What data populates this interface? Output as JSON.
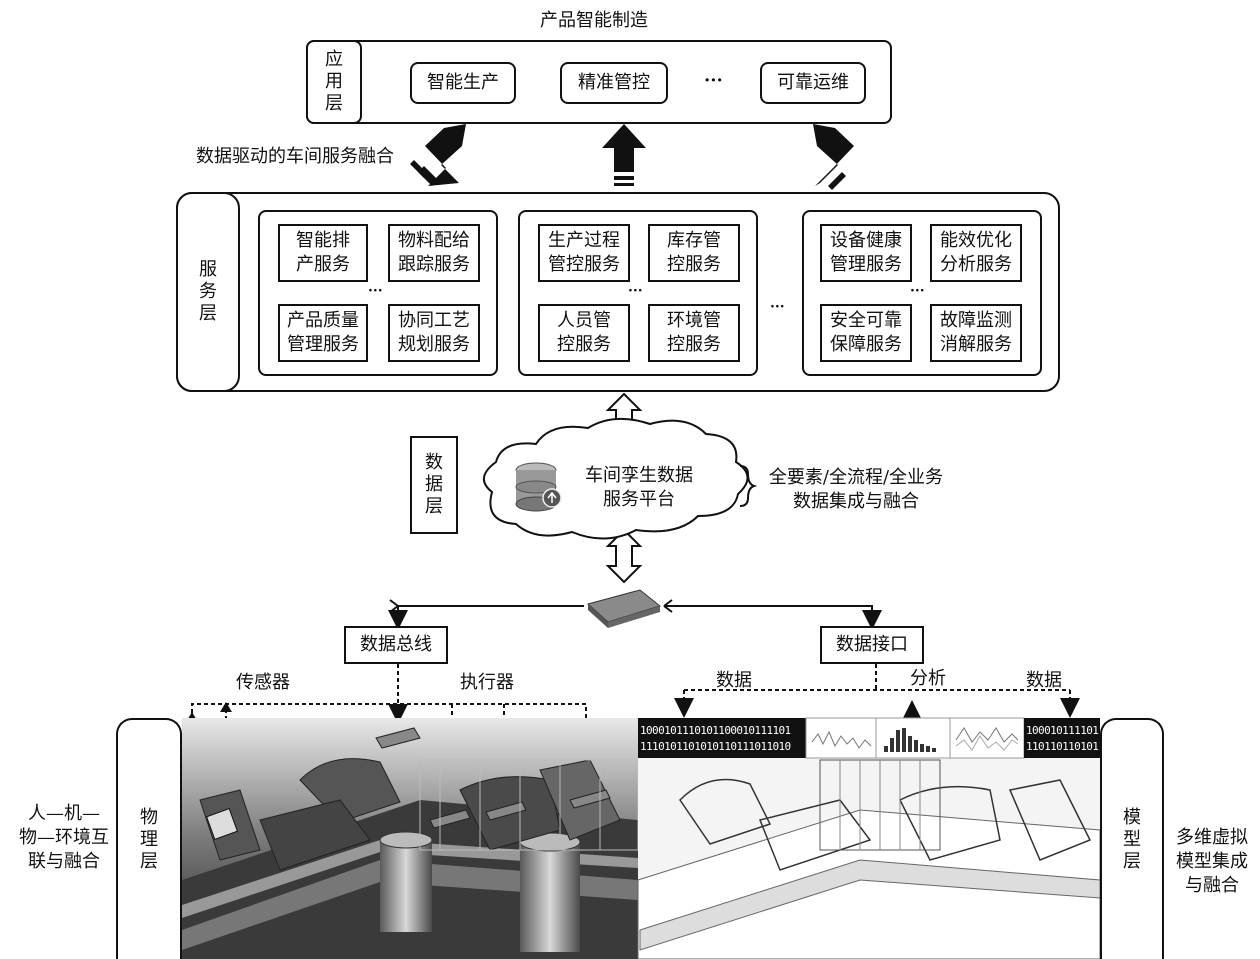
{
  "title": "产品智能制造",
  "app_layer": {
    "label_chars": [
      "应",
      "用",
      "层"
    ],
    "items": [
      "智能生产",
      "精准管控",
      "可靠运维"
    ],
    "ellipsis": "···"
  },
  "arrow_caption": "数据驱动的车间服务融合",
  "service_layer": {
    "label_chars": [
      "服",
      "务",
      "层"
    ],
    "groups": [
      {
        "services": [
          "智能排\n产服务",
          "物料配给\n跟踪服务",
          "产品质量\n管理服务",
          "协同工艺\n规划服务"
        ]
      },
      {
        "services": [
          "生产过程\n管控服务",
          "库存管\n控服务",
          "人员管\n控服务",
          "环境管\n控服务"
        ]
      },
      {
        "services": [
          "设备健康\n管理服务",
          "能效优化\n分析服务",
          "安全可靠\n保障服务",
          "故障监测\n消解服务"
        ]
      }
    ],
    "group_ellipsis": "···",
    "between_ellipsis": "···"
  },
  "data_layer": {
    "label_chars": [
      "数",
      "据",
      "层"
    ],
    "platform_line1": "车间孪生数据",
    "platform_line2": "服务平台",
    "note_line1": "全要素/全流程/全业务",
    "note_line2": "数据集成与融合"
  },
  "connectors": {
    "bus": "数据总线",
    "interface": "数据接口",
    "sensor": "传感器",
    "actuator": "执行器",
    "data_left": "数据",
    "analysis": "分析",
    "data_right": "数据"
  },
  "physical_layer": {
    "label_chars": [
      "物",
      "理",
      "层"
    ],
    "caption_lines": [
      "人—机—",
      "物—环境互",
      "联与融合"
    ]
  },
  "model_layer": {
    "label_chars": [
      "模",
      "型",
      "层"
    ],
    "caption_lines": [
      "多维虚拟",
      "模型集成",
      "与融合"
    ],
    "binary_left": [
      "1000101110101100010111101",
      "1110101101010110111011010"
    ],
    "binary_right": [
      "100010111101",
      "110110110101"
    ]
  }
}
